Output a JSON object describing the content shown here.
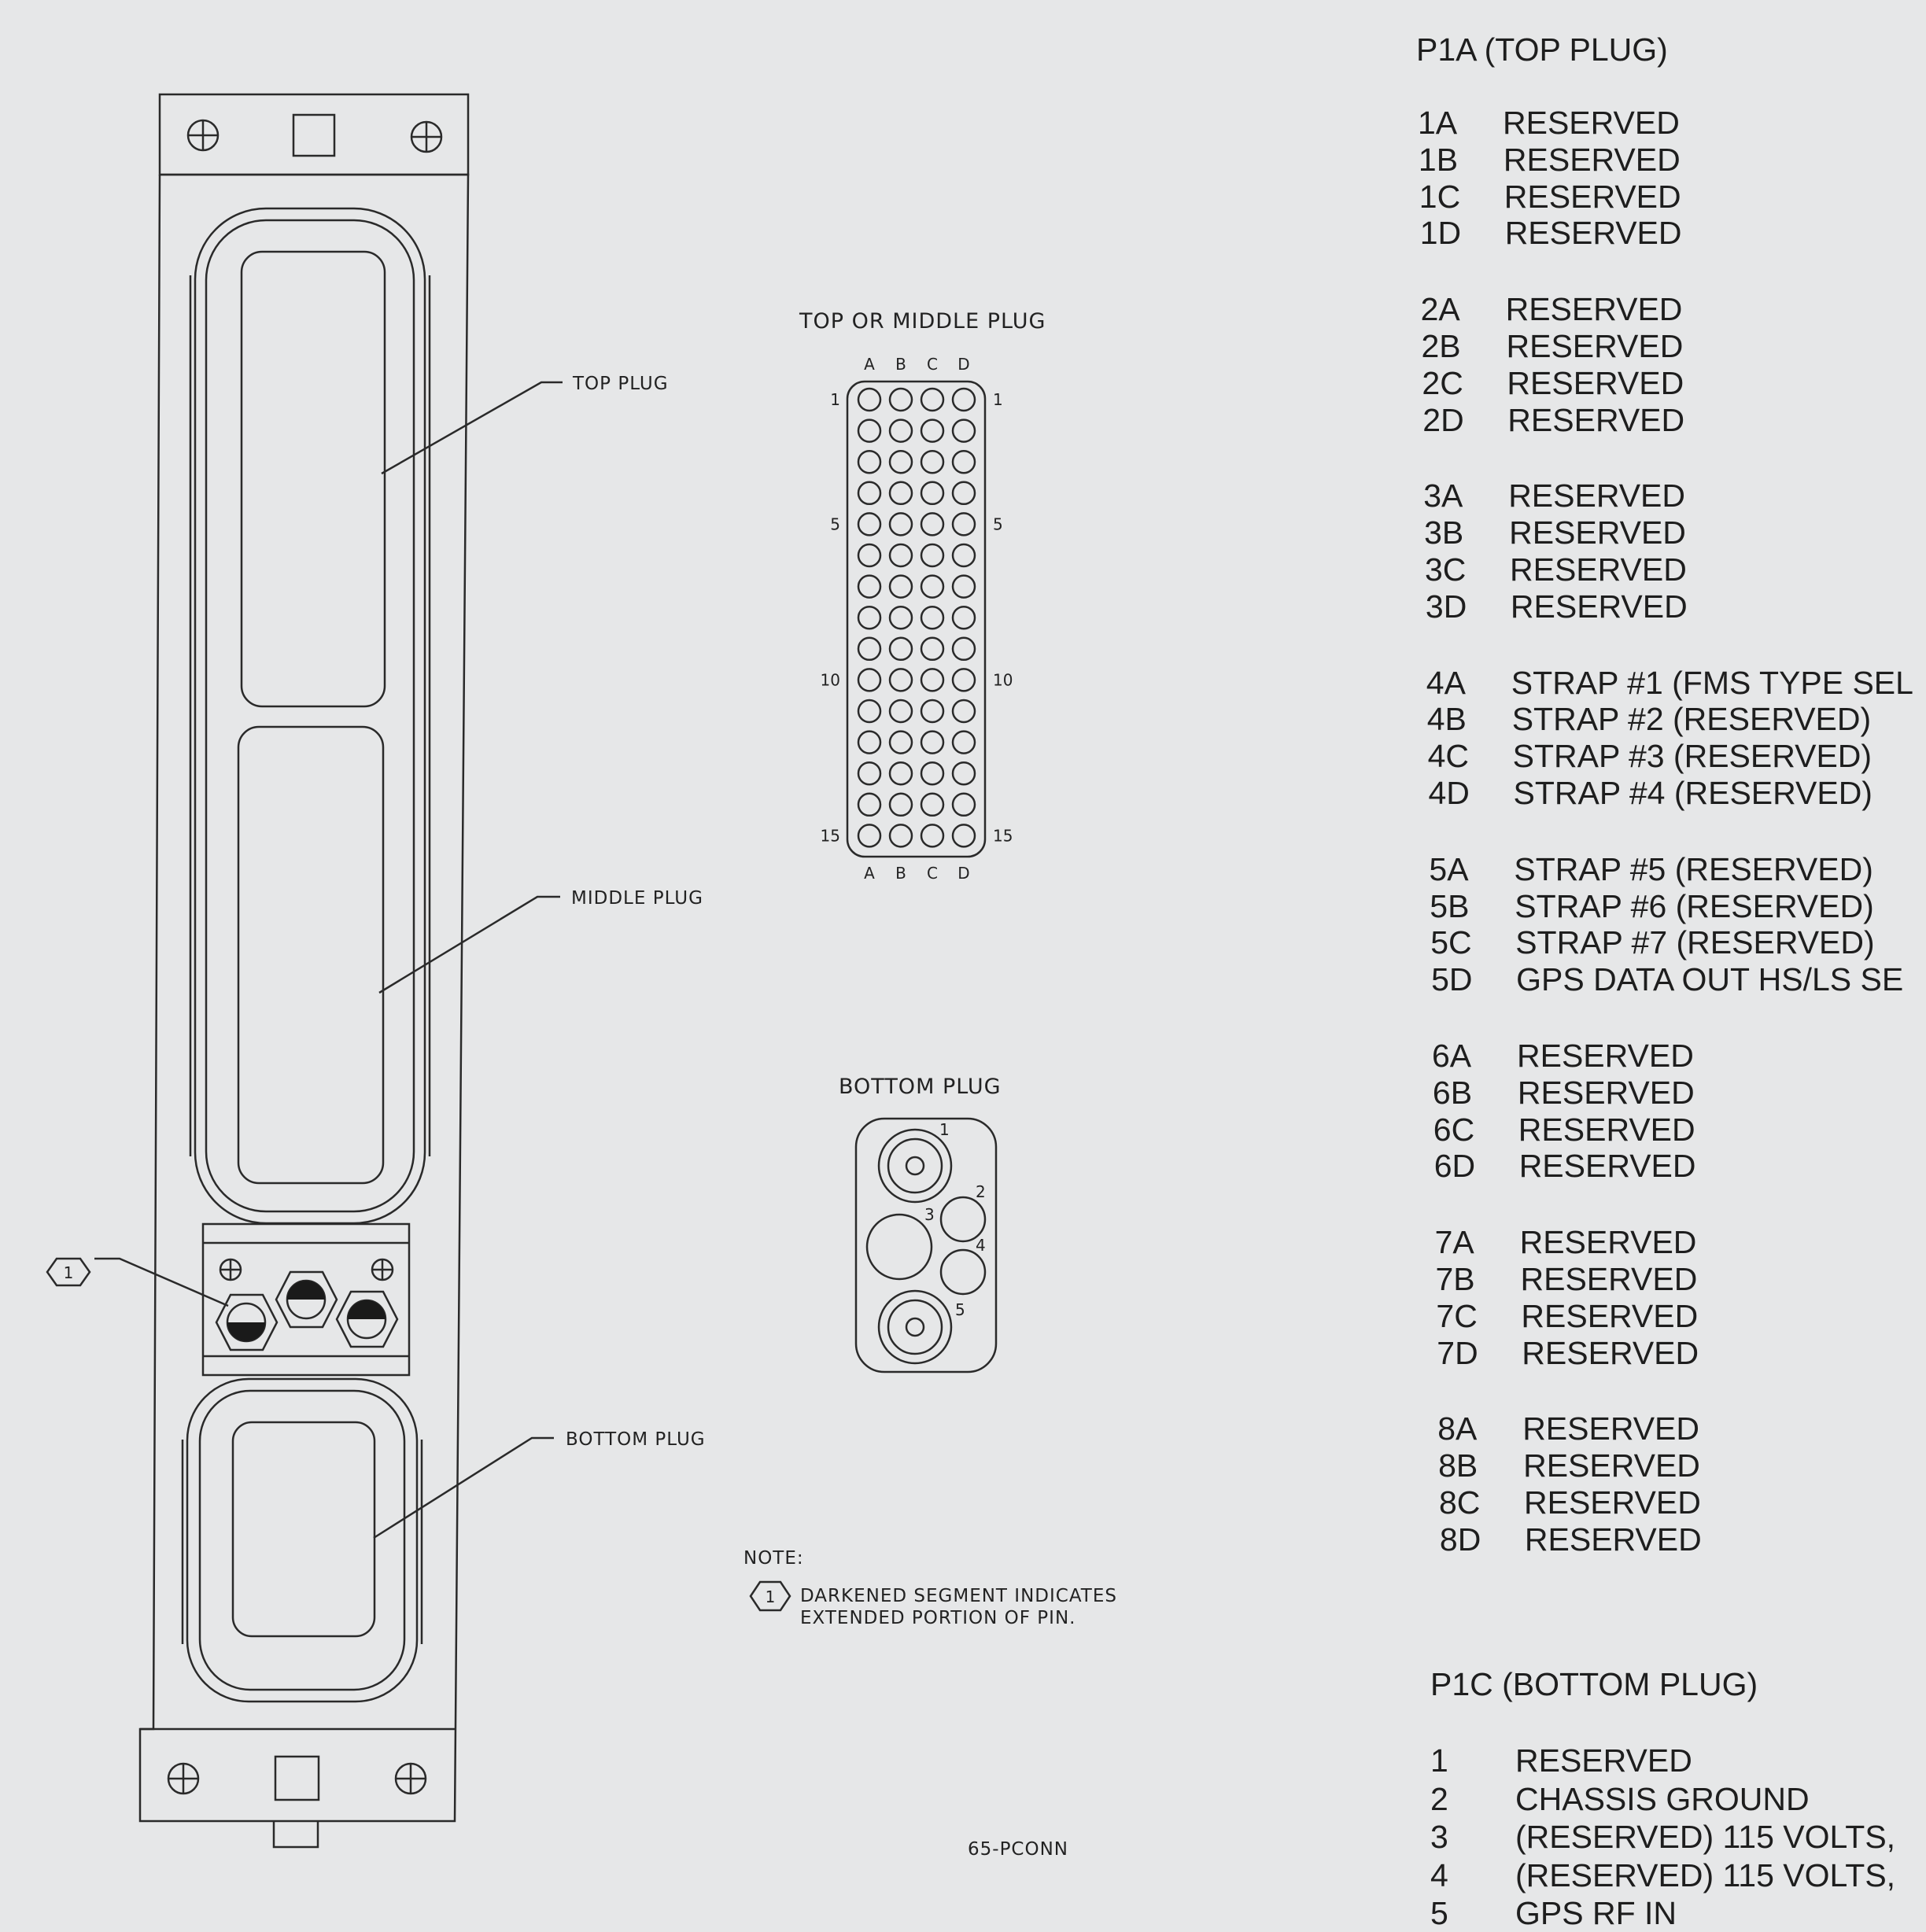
{
  "drawing": {
    "plug_labels": {
      "top": "TOP PLUG",
      "middle": "MIDDLE PLUG",
      "bottom": "BOTTOM PLUG"
    },
    "callout_number": "1",
    "top_middle_diagram": {
      "title": "TOP OR MIDDLE PLUG",
      "columns": [
        "A",
        "B",
        "C",
        "D"
      ],
      "row_numbers": [
        "1",
        "5",
        "10",
        "15"
      ]
    },
    "bottom_diagram": {
      "title": "BOTTOM PLUG",
      "pin_numbers": [
        "1",
        "2",
        "3",
        "4",
        "5"
      ]
    },
    "note": {
      "heading": "NOTE:",
      "callout": "1",
      "line1": "DARKENED SEGMENT INDICATES",
      "line2": "EXTENDED PORTION OF PIN."
    },
    "drawing_id": "65-PCONN"
  },
  "p1a": {
    "heading": "P1A (TOP PLUG)",
    "pins": [
      {
        "pin": "1A",
        "desc": "RESERVED"
      },
      {
        "pin": "1B",
        "desc": "RESERVED"
      },
      {
        "pin": "1C",
        "desc": "RESERVED"
      },
      {
        "pin": "1D",
        "desc": "RESERVED"
      },
      {
        "pin": "2A",
        "desc": "RESERVED"
      },
      {
        "pin": "2B",
        "desc": "RESERVED"
      },
      {
        "pin": "2C",
        "desc": "RESERVED"
      },
      {
        "pin": "2D",
        "desc": "RESERVED"
      },
      {
        "pin": "3A",
        "desc": "RESERVED"
      },
      {
        "pin": "3B",
        "desc": "RESERVED"
      },
      {
        "pin": "3C",
        "desc": "RESERVED"
      },
      {
        "pin": "3D",
        "desc": "RESERVED"
      },
      {
        "pin": "4A",
        "desc": "STRAP #1 (FMS TYPE SEL"
      },
      {
        "pin": "4B",
        "desc": "STRAP #2 (RESERVED)"
      },
      {
        "pin": "4C",
        "desc": "STRAP #3 (RESERVED)"
      },
      {
        "pin": "4D",
        "desc": "STRAP #4 (RESERVED)"
      },
      {
        "pin": "5A",
        "desc": "STRAP #5 (RESERVED)"
      },
      {
        "pin": "5B",
        "desc": "STRAP #6 (RESERVED)"
      },
      {
        "pin": "5C",
        "desc": "STRAP #7 (RESERVED)"
      },
      {
        "pin": "5D",
        "desc": "GPS DATA OUT HS/LS SE"
      },
      {
        "pin": "6A",
        "desc": "RESERVED"
      },
      {
        "pin": "6B",
        "desc": "RESERVED"
      },
      {
        "pin": "6C",
        "desc": "RESERVED"
      },
      {
        "pin": "6D",
        "desc": "RESERVED"
      },
      {
        "pin": "7A",
        "desc": "RESERVED"
      },
      {
        "pin": "7B",
        "desc": "RESERVED"
      },
      {
        "pin": "7C",
        "desc": "RESERVED"
      },
      {
        "pin": "7D",
        "desc": "RESERVED"
      },
      {
        "pin": "8A",
        "desc": "RESERVED"
      },
      {
        "pin": "8B",
        "desc": "RESERVED"
      },
      {
        "pin": "8C",
        "desc": "RESERVED"
      },
      {
        "pin": "8D",
        "desc": "RESERVED"
      }
    ]
  },
  "p1c": {
    "heading": "P1C (BOTTOM PLUG)",
    "pins": [
      {
        "pin": "1",
        "desc": "RESERVED"
      },
      {
        "pin": "2",
        "desc": "CHASSIS GROUND"
      },
      {
        "pin": "3",
        "desc": "(RESERVED) 115 VOLTS,"
      },
      {
        "pin": "4",
        "desc": "(RESERVED) 115 VOLTS,"
      },
      {
        "pin": "5",
        "desc": "GPS RF IN"
      }
    ]
  }
}
